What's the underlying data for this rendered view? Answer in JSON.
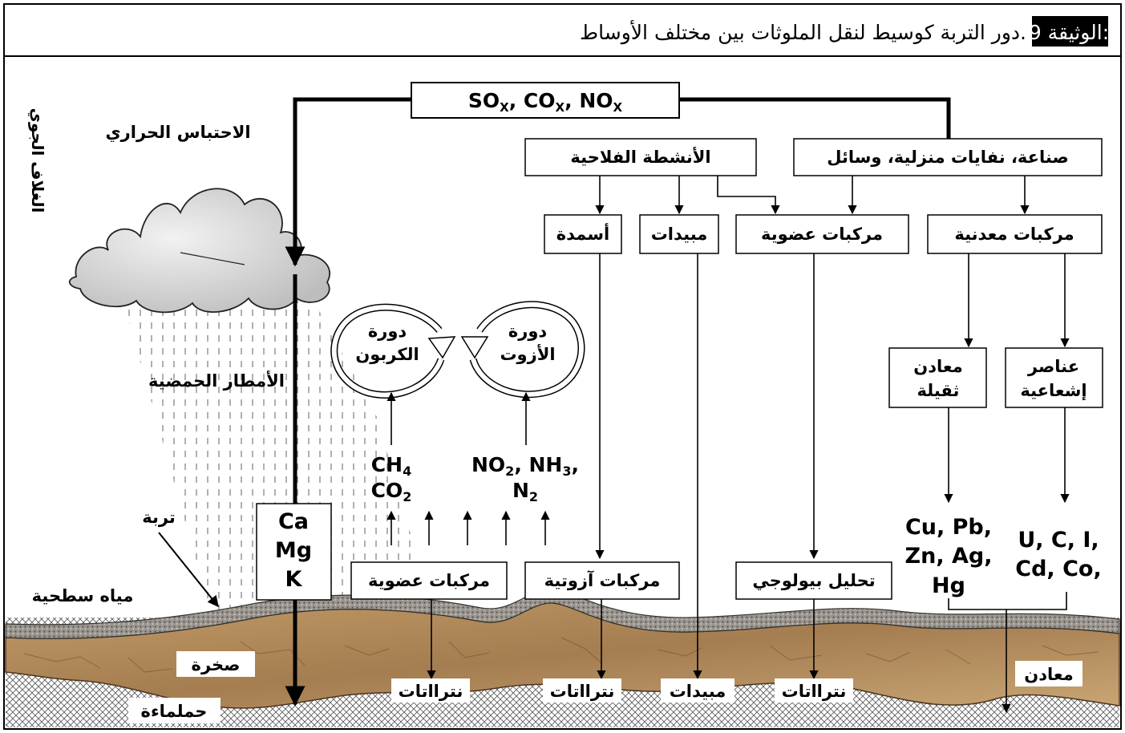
{
  "header": {
    "badge": "الوثيقة 9:",
    "caption": "دور التربة كوسيط لنقل الملوثات بين مختلف الأوساط."
  },
  "sources": {
    "gases": "SOX, COX, NOX",
    "industry": "صناعة، نفايات منزلية، وسائل",
    "agriculture": "الأنشطة الفلاحية"
  },
  "products": {
    "mineral": "مركبات معدنية",
    "organic": "مركبات عضوية",
    "pesticides": "مبيدات",
    "fertilizers": "أسمدة",
    "heavy_metals": [
      "معادن",
      "ثقيلة"
    ],
    "radioactive": [
      "عناصر",
      "إشعاعية"
    ]
  },
  "metals": {
    "heavy_list": [
      "Cu, Pb,",
      "Zn, Ag,",
      "Hg"
    ],
    "radio_list": [
      "U, C, I,",
      "Cd, Co,"
    ]
  },
  "cycles": {
    "carbon": [
      "دورة",
      "الكربون"
    ],
    "nitrogen": [
      "دورة",
      "الأزوت"
    ],
    "carbon_gases": [
      "CH4",
      "CO2"
    ],
    "nitrogen_gases": [
      "NO2, NH3,",
      "N2"
    ]
  },
  "atmosphere": {
    "layer": "الغلاف الجوي",
    "greenhouse": "الاحتباس الحراري",
    "acid_rain": "الأمطار الحمضية"
  },
  "soil_processes": {
    "organic_compounds": "مركبات عضوية",
    "nitrogen_compounds": "مركبات آزوتية",
    "bio_analysis": "تحليل بيولوجي",
    "cations": [
      "Ca",
      "Mg",
      "K"
    ]
  },
  "ground_labels": {
    "soil": "تربة",
    "surface_water": "مياه سطحية",
    "rock": "صخرة",
    "aquifer": "حملماءة",
    "minerals": "معادن",
    "nitrates_1": "نترااتات",
    "nitrates_2": "نترااتات",
    "pesticides": "مبيدات",
    "nitrates_3": "نترااتات"
  },
  "colors": {
    "rock": "#b08a5c",
    "rock_dark": "#7a5a36",
    "soil_layer": "#8f8980",
    "cloud": "#d9d9d9"
  }
}
